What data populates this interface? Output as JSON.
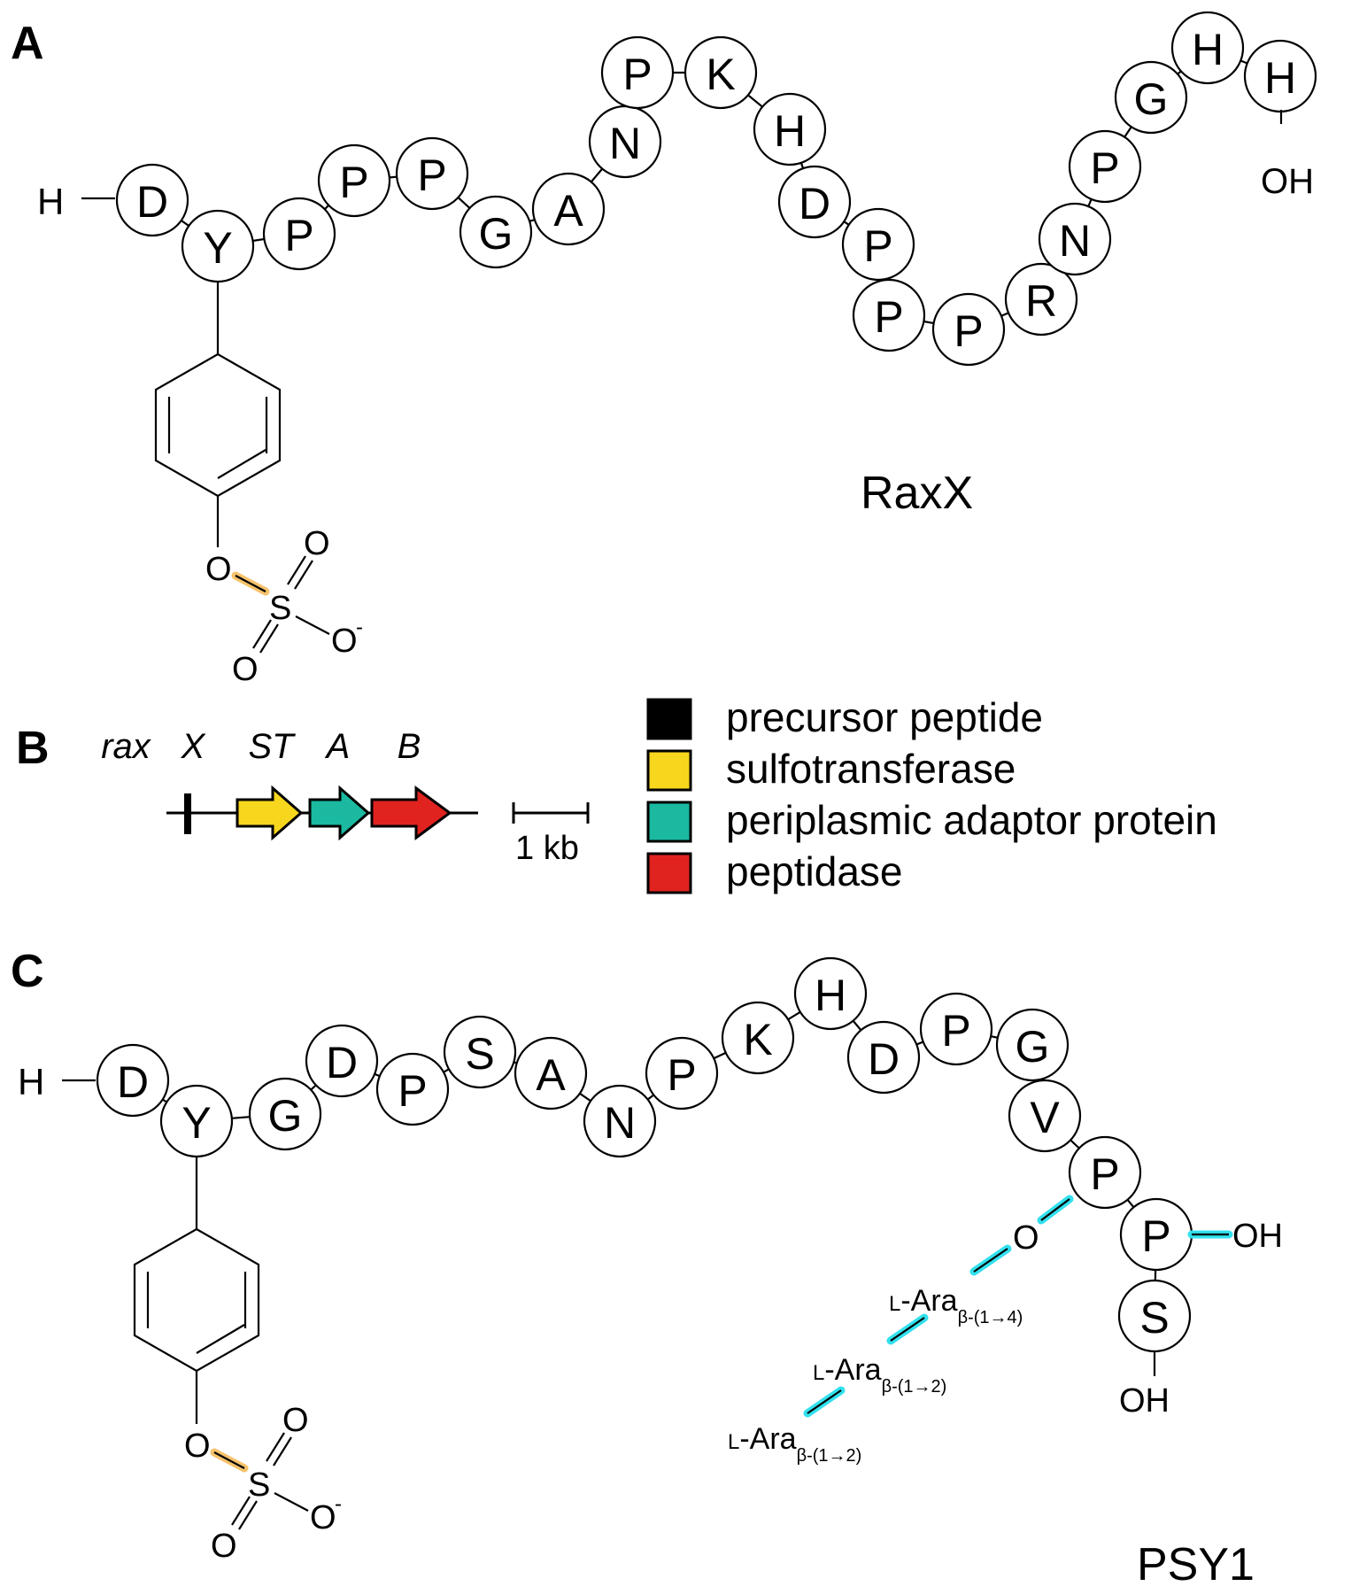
{
  "panelA": {
    "label": "A",
    "n_term": "H",
    "c_term": "OH",
    "residues": [
      "D",
      "Y",
      "P",
      "P",
      "P",
      "G",
      "A",
      "N",
      "P",
      "K",
      "H",
      "D",
      "P",
      "P",
      "P",
      "R",
      "N",
      "P",
      "G",
      "H",
      "H"
    ],
    "name": "RaxX",
    "sulfate": {
      "o_link": "O",
      "s": "S",
      "o_top": "O",
      "o_bottom": "O",
      "o_minus": "O",
      "charge": "-"
    }
  },
  "panelB": {
    "label": "B",
    "genes": {
      "prefix": "rax",
      "x": "X",
      "st": "ST",
      "a": "A",
      "b": "B"
    },
    "scale_label": "1 kb",
    "legend": [
      {
        "color": "#000000",
        "label": "precursor peptide"
      },
      {
        "color": "#f7d61e",
        "label": "sulfotransferase"
      },
      {
        "color": "#1ab9a0",
        "label": "periplasmic adaptor protein"
      },
      {
        "color": "#e0231f",
        "label": "peptidase"
      }
    ]
  },
  "panelC": {
    "label": "C",
    "n_term": "H",
    "c_term_ring_OH": "OH",
    "c_term_S_OH": "OH",
    "residues": [
      "D",
      "Y",
      "G",
      "D",
      "P",
      "S",
      "A",
      "N",
      "P",
      "K",
      "H",
      "D",
      "P",
      "G",
      "V",
      "P",
      "P",
      "S"
    ],
    "name": "PSY1",
    "sulfate": {
      "o_link": "O",
      "s": "S",
      "o_top": "O",
      "o_bottom": "O",
      "o_minus": "O",
      "charge": "-"
    },
    "glycan": {
      "o_link": "O",
      "sugars": [
        {
          "prefix": "L",
          "name": "-Ara",
          "linkage": "β-(1→4)"
        },
        {
          "prefix": "L",
          "name": "-Ara",
          "linkage": "β-(1→2)"
        },
        {
          "prefix": "L",
          "name": "-Ara",
          "linkage": "β-(1→2)"
        }
      ]
    }
  },
  "colors": {
    "sulfate_highlight": "#f6c26b",
    "glycan_highlight": "#33e0ee"
  }
}
